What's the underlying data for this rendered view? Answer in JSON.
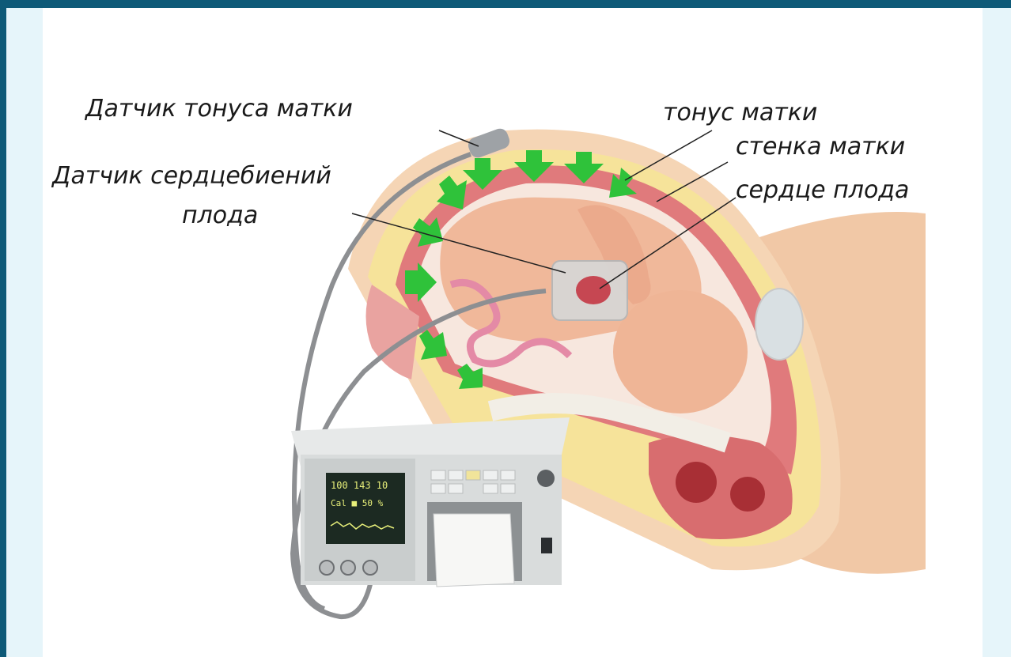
{
  "labels": {
    "uterine_tone_sensor": "Датчик тонуса матки",
    "fetal_heart_sensor_line1": "Датчик сердцебиений",
    "fetal_heart_sensor_line2": "плода",
    "uterine_tone": "тонус матки",
    "uterine_wall": "стенка матки",
    "fetal_heart": "сердце плода"
  },
  "monitor": {
    "screen_line1": "100 143 10",
    "screen_line2": "Cal ■ 50 %"
  },
  "colors": {
    "frame": "#0e5a78",
    "frame_inner": "#e6f5fa",
    "arrow": "#2fc23a",
    "uterus_wall": "#e07a7c",
    "skin": "#f3cfae",
    "fetus": "#f0b89a",
    "fat_layer": "#f6e39a",
    "monitor_body": "#d9dcdc",
    "screen": "#1c2a22",
    "screen_text": "#e8f07a",
    "cable": "#8d8f92"
  }
}
